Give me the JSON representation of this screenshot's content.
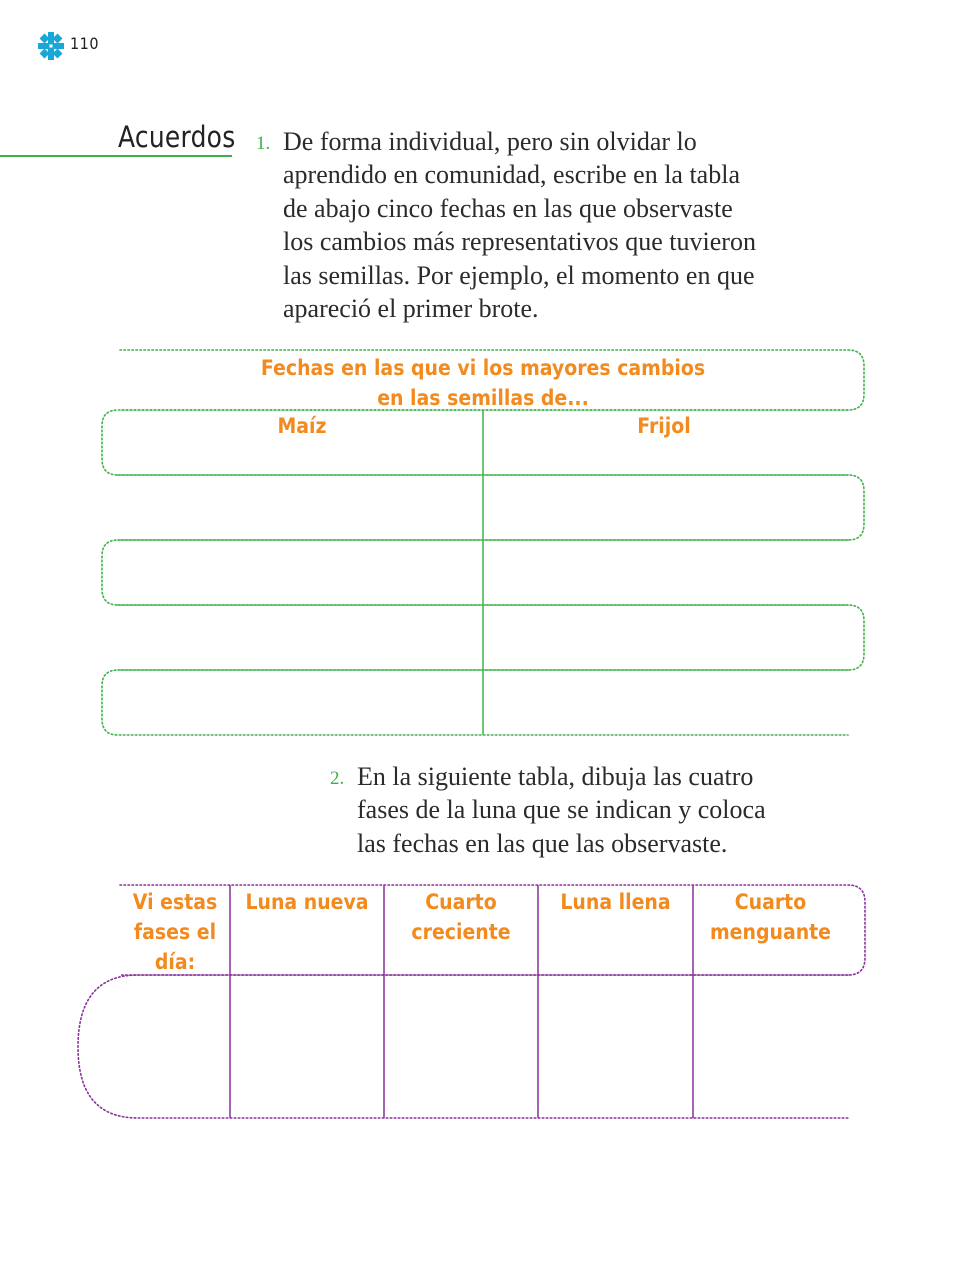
{
  "header": {
    "logo_icon": "book-emblem-icon",
    "page_number": "110"
  },
  "section": {
    "title": "Acuerdos"
  },
  "activity1": {
    "number": "1.",
    "lines": [
      "De forma individual, pero sin olvidar lo",
      "aprendido en comunidad, escribe en la tabla",
      "de abajo cinco fechas en las que observaste",
      "los cambios más representativos que tuvieron",
      "las semillas. Por ejemplo, el momento en que",
      "apareció el primer brote."
    ],
    "table": {
      "title_lines": [
        "Fechas en las que vi los mayores cambios",
        "en las semillas de..."
      ],
      "columns": [
        "Maíz",
        "Frijol"
      ],
      "row_count": 5
    }
  },
  "activity2": {
    "number": "2.",
    "lines": [
      "En la siguiente tabla, dibuja las cuatro",
      "fases de la luna que se indican y coloca",
      "las fechas en las que las observaste."
    ],
    "table": {
      "row_label_lines": [
        "Vi estas",
        "fases el",
        "día:"
      ],
      "columns": [
        {
          "lines": [
            "Luna nueva"
          ]
        },
        {
          "lines": [
            "Cuarto",
            "creciente"
          ]
        },
        {
          "lines": [
            "Luna llena"
          ]
        },
        {
          "lines": [
            "Cuarto",
            "menguante"
          ]
        }
      ]
    }
  },
  "colors": {
    "accent_green": "#3fb14a",
    "heading_orange": "#f28a1e",
    "table2_purple": "#8a2f9b",
    "logo_blue": "#1ba7d6"
  }
}
